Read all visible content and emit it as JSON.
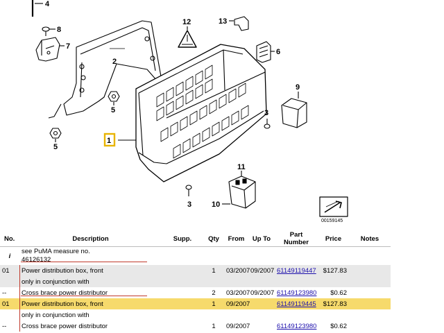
{
  "diagram": {
    "callouts": [
      "1",
      "2",
      "3",
      "3",
      "4",
      "5",
      "5",
      "6",
      "7",
      "8",
      "9",
      "10",
      "11",
      "12",
      "13"
    ],
    "reference_id": "00159145"
  },
  "table": {
    "headers": {
      "no": "No.",
      "description": "Description",
      "supp": "Supp.",
      "qty": "Qty",
      "from": "From",
      "up_to": "Up To",
      "part_number": "Part Number",
      "price": "Price",
      "notes": "Notes"
    },
    "rows": [
      {
        "no": "i",
        "desc1": "see PuMA measure no.",
        "desc2": "46126132",
        "supp": "",
        "qty": "",
        "from": "",
        "up_to": "",
        "part_number": "",
        "price": "",
        "notes": ""
      },
      {
        "no": "01",
        "desc": "Power distribution box, front",
        "supp": "",
        "qty": "1",
        "from": "03/2007",
        "up_to": "09/2007",
        "part_number": "61149119447",
        "price": "$127.83",
        "notes": ""
      },
      {
        "no": "",
        "desc": "only in conjunction with",
        "supp": "",
        "qty": "",
        "from": "",
        "up_to": "",
        "part_number": "",
        "price": "",
        "notes": ""
      },
      {
        "no": "--",
        "desc": "Cross brace power distributor",
        "supp": "",
        "qty": "2",
        "from": "03/2007",
        "up_to": "09/2007",
        "part_number": "61149123980",
        "price": "$0.62",
        "notes": ""
      },
      {
        "no": "01",
        "desc": "Power distribution box, front",
        "supp": "",
        "qty": "1",
        "from": "09/2007",
        "up_to": "",
        "part_number": "61149119445",
        "price": "$127.83",
        "notes": ""
      },
      {
        "no": "",
        "desc": "only in conjunction with",
        "supp": "",
        "qty": "",
        "from": "",
        "up_to": "",
        "part_number": "",
        "price": "",
        "notes": ""
      },
      {
        "no": "--",
        "desc": "Cross brace power distributor",
        "supp": "",
        "qty": "1",
        "from": "09/2007",
        "up_to": "",
        "part_number": "61149123980",
        "price": "$0.62",
        "notes": ""
      }
    ]
  },
  "colors": {
    "highlight": "#f6da6c",
    "row_grey": "#e8e8e8",
    "link": "#1a0dab",
    "bracket": "#c0392b",
    "callout_box": "#e8b400"
  }
}
